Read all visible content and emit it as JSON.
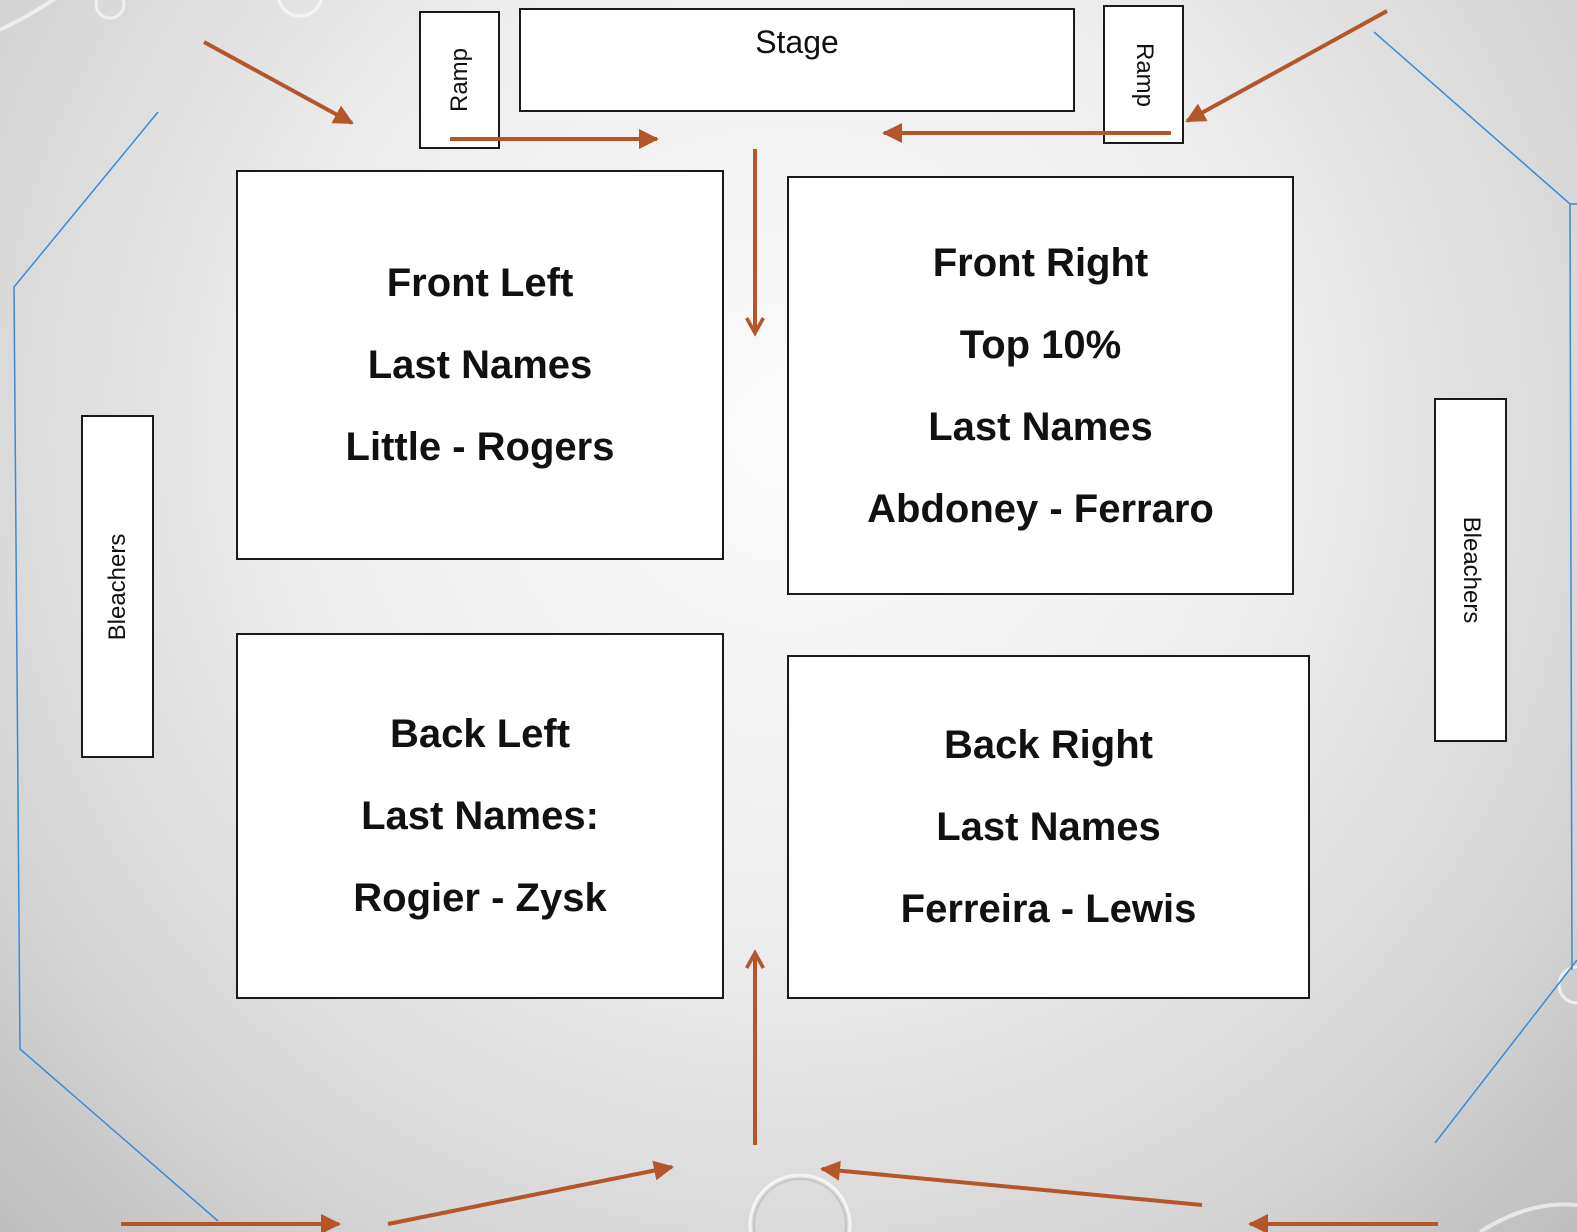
{
  "stage": {
    "label": "Stage"
  },
  "ramps": {
    "left": "Ramp",
    "right": "Ramp"
  },
  "bleachers": {
    "left": "Bleachers",
    "right": "Bleachers"
  },
  "sections": {
    "front_left": {
      "lines": [
        "Front Left",
        "Last Names",
        "Little - Rogers"
      ]
    },
    "front_right": {
      "lines": [
        "Front Right",
        "Top 10%",
        "Last Names",
        "Abdoney - Ferraro"
      ]
    },
    "back_left": {
      "lines": [
        "Back Left",
        "Last Names:",
        "Rogier - Zysk"
      ]
    },
    "back_right": {
      "lines": [
        "Back Right",
        "Last Names",
        "Ferreira - Lewis"
      ]
    }
  },
  "colors": {
    "arrow": "#b5562a",
    "boundary": "#3b8ad6",
    "border": "#1a1a1a"
  }
}
